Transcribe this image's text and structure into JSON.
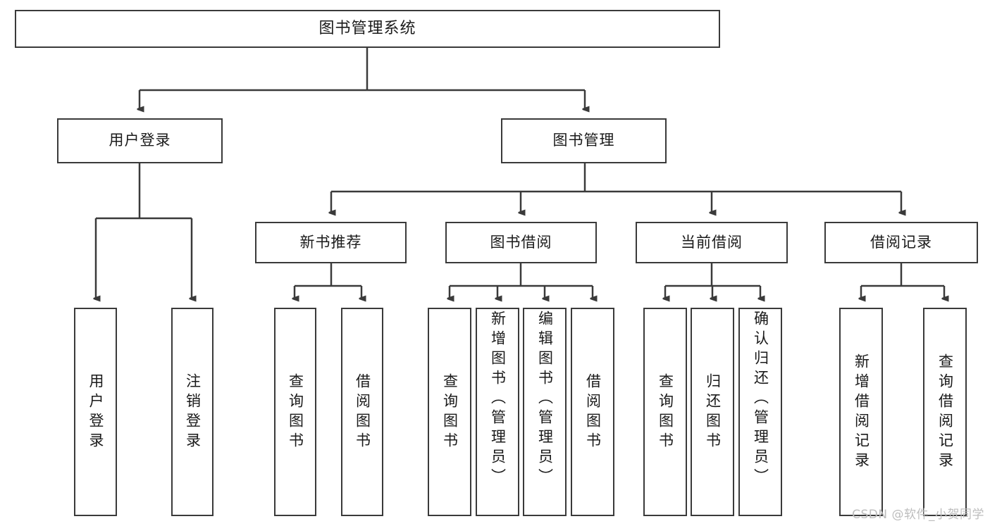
{
  "diagram": {
    "title": "图书管理系统",
    "type": "tree",
    "watermark": "CSDN @软件_小贺同学",
    "colors": {
      "border": "#3a3a3a",
      "text": "#1a1a1a",
      "background": "#ffffff",
      "watermark": "#bdbdbd"
    },
    "nodes": {
      "root": {
        "label": "图书管理系统"
      },
      "tier2": [
        {
          "label": "用户登录"
        },
        {
          "label": "图书管理"
        }
      ],
      "tier3": [
        {
          "label": "新书推荐"
        },
        {
          "label": "图书借阅"
        },
        {
          "label": "当前借阅"
        },
        {
          "label": "借阅记录"
        }
      ],
      "leaves": {
        "user_login": [
          {
            "label": "用户登录"
          },
          {
            "label": "注销登录"
          }
        ],
        "new_book": [
          {
            "label": "查询图书"
          },
          {
            "label": "借阅图书"
          }
        ],
        "book_borrow": [
          {
            "label": "查询图书"
          },
          {
            "label": "新增图书（管理员）"
          },
          {
            "label": "编辑图书（管理员）"
          },
          {
            "label": "借阅图书"
          }
        ],
        "current_borrow": [
          {
            "label": "查询图书"
          },
          {
            "label": "归还图书"
          },
          {
            "label": "确认归还（管理员）"
          }
        ],
        "borrow_record": [
          {
            "label": "新增借阅记录"
          },
          {
            "label": "查询借阅记录"
          }
        ]
      }
    }
  }
}
